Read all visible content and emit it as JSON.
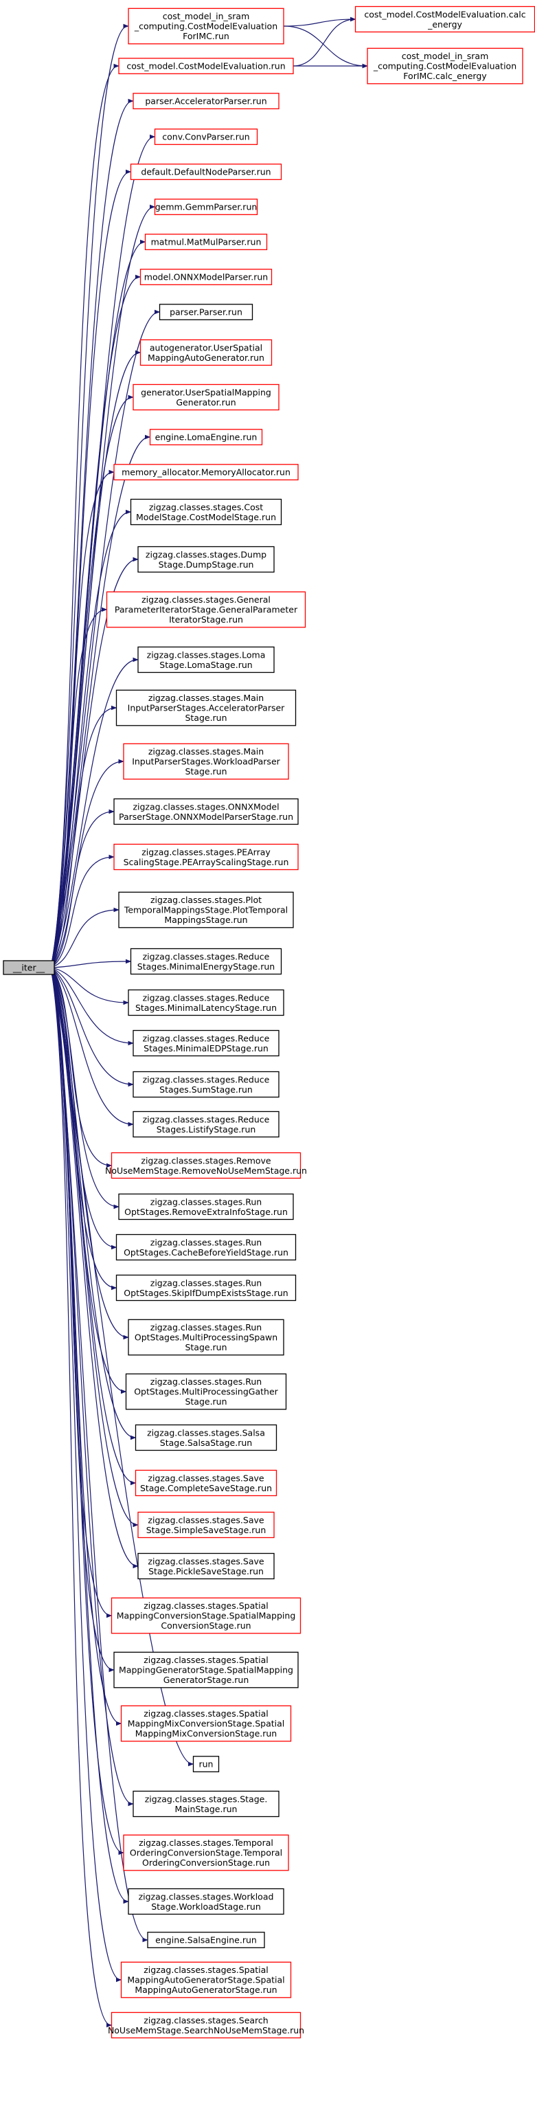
{
  "colors": {
    "edge": "#191970",
    "box_border_red": "#ff0000",
    "box_border_black": "#000000",
    "root_fill": "#bfbfbf",
    "box_fill": "#ffffff"
  },
  "root": {
    "id": "iter",
    "lines": [
      "__iter__"
    ]
  },
  "nodes": [
    {
      "id": "n1",
      "lines": [
        "cost_model_in_sram",
        "_computing.CostModelEvaluation",
        "ForIMC.run"
      ],
      "border": "red"
    },
    {
      "id": "n2",
      "lines": [
        "cost_model.CostModelEvaluation.run"
      ],
      "border": "red"
    },
    {
      "id": "n3",
      "lines": [
        "parser.AcceleratorParser.run"
      ],
      "border": "red"
    },
    {
      "id": "n4",
      "lines": [
        "conv.ConvParser.run"
      ],
      "border": "red"
    },
    {
      "id": "n5",
      "lines": [
        "default.DefaultNodeParser.run"
      ],
      "border": "red"
    },
    {
      "id": "n6",
      "lines": [
        "gemm.GemmParser.run"
      ],
      "border": "red"
    },
    {
      "id": "n7",
      "lines": [
        "matmul.MatMulParser.run"
      ],
      "border": "red"
    },
    {
      "id": "n8",
      "lines": [
        "model.ONNXModelParser.run"
      ],
      "border": "red"
    },
    {
      "id": "n9",
      "lines": [
        "parser.Parser.run"
      ],
      "border": "black"
    },
    {
      "id": "n10",
      "lines": [
        "autogenerator.UserSpatial",
        "MappingAutoGenerator.run"
      ],
      "border": "red"
    },
    {
      "id": "n11",
      "lines": [
        "generator.UserSpatialMapping",
        "Generator.run"
      ],
      "border": "red"
    },
    {
      "id": "n12",
      "lines": [
        "engine.LomaEngine.run"
      ],
      "border": "red"
    },
    {
      "id": "n13",
      "lines": [
        "memory_allocator.MemoryAllocator.run"
      ],
      "border": "red"
    },
    {
      "id": "n14",
      "lines": [
        "zigzag.classes.stages.Cost",
        "ModelStage.CostModelStage.run"
      ],
      "border": "black"
    },
    {
      "id": "n15",
      "lines": [
        "zigzag.classes.stages.Dump",
        "Stage.DumpStage.run"
      ],
      "border": "black"
    },
    {
      "id": "n16",
      "lines": [
        "zigzag.classes.stages.General",
        "ParameterIteratorStage.GeneralParameter",
        "IteratorStage.run"
      ],
      "border": "red"
    },
    {
      "id": "n17",
      "lines": [
        "zigzag.classes.stages.Loma",
        "Stage.LomaStage.run"
      ],
      "border": "black"
    },
    {
      "id": "n18",
      "lines": [
        "zigzag.classes.stages.Main",
        "InputParserStages.AcceleratorParser",
        "Stage.run"
      ],
      "border": "black"
    },
    {
      "id": "n19",
      "lines": [
        "zigzag.classes.stages.Main",
        "InputParserStages.WorkloadParser",
        "Stage.run"
      ],
      "border": "red"
    },
    {
      "id": "n20",
      "lines": [
        "zigzag.classes.stages.ONNXModel",
        "ParserStage.ONNXModelParserStage.run"
      ],
      "border": "black"
    },
    {
      "id": "n21",
      "lines": [
        "zigzag.classes.stages.PEArray",
        "ScalingStage.PEArrayScalingStage.run"
      ],
      "border": "red"
    },
    {
      "id": "n22",
      "lines": [
        "zigzag.classes.stages.Plot",
        "TemporalMappingsStage.PlotTemporal",
        "MappingsStage.run"
      ],
      "border": "black"
    },
    {
      "id": "n23",
      "lines": [
        "zigzag.classes.stages.Reduce",
        "Stages.MinimalEnergyStage.run"
      ],
      "border": "black"
    },
    {
      "id": "n24",
      "lines": [
        "zigzag.classes.stages.Reduce",
        "Stages.MinimalLatencyStage.run"
      ],
      "border": "black"
    },
    {
      "id": "n25",
      "lines": [
        "zigzag.classes.stages.Reduce",
        "Stages.MinimalEDPStage.run"
      ],
      "border": "black"
    },
    {
      "id": "n26",
      "lines": [
        "zigzag.classes.stages.Reduce",
        "Stages.SumStage.run"
      ],
      "border": "black"
    },
    {
      "id": "n27",
      "lines": [
        "zigzag.classes.stages.Reduce",
        "Stages.ListifyStage.run"
      ],
      "border": "black"
    },
    {
      "id": "n28",
      "lines": [
        "zigzag.classes.stages.Remove",
        "NoUseMemStage.RemoveNoUseMemStage.run"
      ],
      "border": "red"
    },
    {
      "id": "n29",
      "lines": [
        "zigzag.classes.stages.Run",
        "OptStages.RemoveExtraInfoStage.run"
      ],
      "border": "black"
    },
    {
      "id": "n30",
      "lines": [
        "zigzag.classes.stages.Run",
        "OptStages.CacheBeforeYieldStage.run"
      ],
      "border": "black"
    },
    {
      "id": "n31",
      "lines": [
        "zigzag.classes.stages.Run",
        "OptStages.SkipIfDumpExistsStage.run"
      ],
      "border": "black"
    },
    {
      "id": "n32",
      "lines": [
        "zigzag.classes.stages.Run",
        "OptStages.MultiProcessingSpawn",
        "Stage.run"
      ],
      "border": "black"
    },
    {
      "id": "n33",
      "lines": [
        "zigzag.classes.stages.Run",
        "OptStages.MultiProcessingGather",
        "Stage.run"
      ],
      "border": "black"
    },
    {
      "id": "n34",
      "lines": [
        "zigzag.classes.stages.Salsa",
        "Stage.SalsaStage.run"
      ],
      "border": "black"
    },
    {
      "id": "n35",
      "lines": [
        "zigzag.classes.stages.Save",
        "Stage.CompleteSaveStage.run"
      ],
      "border": "red"
    },
    {
      "id": "n36",
      "lines": [
        "zigzag.classes.stages.Save",
        "Stage.SimpleSaveStage.run"
      ],
      "border": "red"
    },
    {
      "id": "n37",
      "lines": [
        "zigzag.classes.stages.Save",
        "Stage.PickleSaveStage.run"
      ],
      "border": "black"
    },
    {
      "id": "n38",
      "lines": [
        "zigzag.classes.stages.Spatial",
        "MappingConversionStage.SpatialMapping",
        "ConversionStage.run"
      ],
      "border": "red"
    },
    {
      "id": "n39",
      "lines": [
        "zigzag.classes.stages.Spatial",
        "MappingGeneratorStage.SpatialMapping",
        "GeneratorStage.run"
      ],
      "border": "black"
    },
    {
      "id": "n40",
      "lines": [
        "zigzag.classes.stages.Spatial",
        "MappingMixConversionStage.Spatial",
        "MappingMixConversionStage.run"
      ],
      "border": "red"
    },
    {
      "id": "n41",
      "lines": [
        "run"
      ],
      "border": "black"
    },
    {
      "id": "n42",
      "lines": [
        "zigzag.classes.stages.Stage.",
        "MainStage.run"
      ],
      "border": "black"
    },
    {
      "id": "n43",
      "lines": [
        "zigzag.classes.stages.Temporal",
        "OrderingConversionStage.Temporal",
        "OrderingConversionStage.run"
      ],
      "border": "red"
    },
    {
      "id": "n44",
      "lines": [
        "zigzag.classes.stages.Workload",
        "Stage.WorkloadStage.run"
      ],
      "border": "black"
    },
    {
      "id": "n45",
      "lines": [
        "engine.SalsaEngine.run"
      ],
      "border": "black"
    },
    {
      "id": "n46",
      "lines": [
        "zigzag.classes.stages.Spatial",
        "MappingAutoGeneratorStage.Spatial",
        "MappingAutoGeneratorStage.run"
      ],
      "border": "red"
    },
    {
      "id": "n47",
      "lines": [
        "zigzag.classes.stages.Search",
        "NoUseMemStage.SearchNoUseMemStage.run"
      ],
      "border": "red"
    }
  ],
  "far_nodes": [
    {
      "id": "f1",
      "lines": [
        "cost_model.CostModelEvaluation.calc",
        "_energy"
      ],
      "border": "red"
    },
    {
      "id": "f2",
      "lines": [
        "cost_model_in_sram",
        "_computing.CostModelEvaluation",
        "ForIMC.calc_energy"
      ],
      "border": "red"
    }
  ],
  "edges": [
    [
      "iter",
      "n1"
    ],
    [
      "iter",
      "n2"
    ],
    [
      "iter",
      "n3"
    ],
    [
      "iter",
      "n4"
    ],
    [
      "iter",
      "n5"
    ],
    [
      "iter",
      "n6"
    ],
    [
      "iter",
      "n7"
    ],
    [
      "iter",
      "n8"
    ],
    [
      "iter",
      "n9"
    ],
    [
      "iter",
      "n10"
    ],
    [
      "iter",
      "n11"
    ],
    [
      "iter",
      "n12"
    ],
    [
      "iter",
      "n13"
    ],
    [
      "iter",
      "n14"
    ],
    [
      "iter",
      "n15"
    ],
    [
      "iter",
      "n16"
    ],
    [
      "iter",
      "n17"
    ],
    [
      "iter",
      "n18"
    ],
    [
      "iter",
      "n19"
    ],
    [
      "iter",
      "n20"
    ],
    [
      "iter",
      "n21"
    ],
    [
      "iter",
      "n22"
    ],
    [
      "iter",
      "n23"
    ],
    [
      "iter",
      "n24"
    ],
    [
      "iter",
      "n25"
    ],
    [
      "iter",
      "n26"
    ],
    [
      "iter",
      "n27"
    ],
    [
      "iter",
      "n28"
    ],
    [
      "iter",
      "n29"
    ],
    [
      "iter",
      "n30"
    ],
    [
      "iter",
      "n31"
    ],
    [
      "iter",
      "n32"
    ],
    [
      "iter",
      "n33"
    ],
    [
      "iter",
      "n34"
    ],
    [
      "iter",
      "n35"
    ],
    [
      "iter",
      "n36"
    ],
    [
      "iter",
      "n37"
    ],
    [
      "iter",
      "n38"
    ],
    [
      "iter",
      "n39"
    ],
    [
      "iter",
      "n40"
    ],
    [
      "iter",
      "n41"
    ],
    [
      "iter",
      "n42"
    ],
    [
      "iter",
      "n43"
    ],
    [
      "iter",
      "n44"
    ],
    [
      "iter",
      "n45"
    ],
    [
      "iter",
      "n46"
    ],
    [
      "iter",
      "n47"
    ],
    [
      "n1",
      "f1"
    ],
    [
      "n1",
      "f2"
    ],
    [
      "n2",
      "f1"
    ],
    [
      "n2",
      "f2"
    ]
  ]
}
